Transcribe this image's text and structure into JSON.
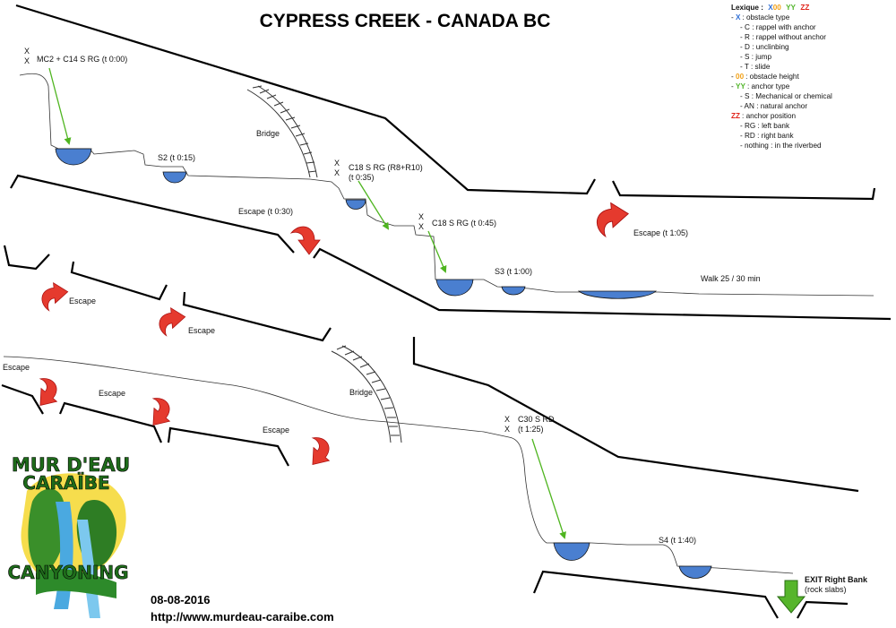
{
  "title": "CYPRESS CREEK - CANADA BC",
  "obstacles": {
    "mc2": "MC2 + C14 S RG (t 0:00)",
    "s2": "S2 (t 0:15)",
    "c18a_1": "C18 S RG (R8+R10)",
    "c18a_2": "(t 0:35)",
    "c18b": "C18 S RG (t 0:45)",
    "s3": "S3 (t 1:00)",
    "walk": "Walk 25 / 30 min",
    "c30_1": "C30 S RD",
    "c30_2": "(t 1:25)",
    "s4": "S4 (t 1:40)",
    "exit_1": "EXIT Right Bank",
    "exit_2": "(rock slabs)",
    "mark": "X"
  },
  "labels": {
    "bridge": "Bridge",
    "escape_030": "Escape (t 0:30)",
    "escape_105": "Escape (t 1:05)",
    "escape": "Escape"
  },
  "lexicon": {
    "heading": "Lexique :",
    "code_x": "X",
    "code_00": "00",
    "code_yy": "YY",
    "code_zz": "ZZ",
    "x_title": ": obstacle type",
    "x_items": [
      "- C : rappel with anchor",
      "- R : rappel without anchor",
      "- D : unclinbing",
      "- S : jump",
      "- T : slide"
    ],
    "h_title": ": obstacle height",
    "yy_title": ": anchor type",
    "yy_items": [
      "- S : Mechanical or chemical",
      "- AN : natural anchor"
    ],
    "zz_title": ": anchor position",
    "zz_items": [
      "- RG : left bank",
      "- RD : right bank",
      "- nothing : in the riverbed"
    ]
  },
  "logo": {
    "line1": "MUR D'EAU",
    "line2": "CARAÏBE",
    "line3": "CANYONING"
  },
  "footer": {
    "date": "08-08-2016",
    "url": "http://www.murdeau-caraibe.com"
  },
  "colors": {
    "pool": "#4a7fd0",
    "escape_arrow": "#e53a2e",
    "rappel_arrow": "#4fb520",
    "code_x": "#2f6fd6",
    "code_00": "#f2a21a",
    "code_yy": "#52b52a",
    "code_zz": "#e0251b"
  }
}
